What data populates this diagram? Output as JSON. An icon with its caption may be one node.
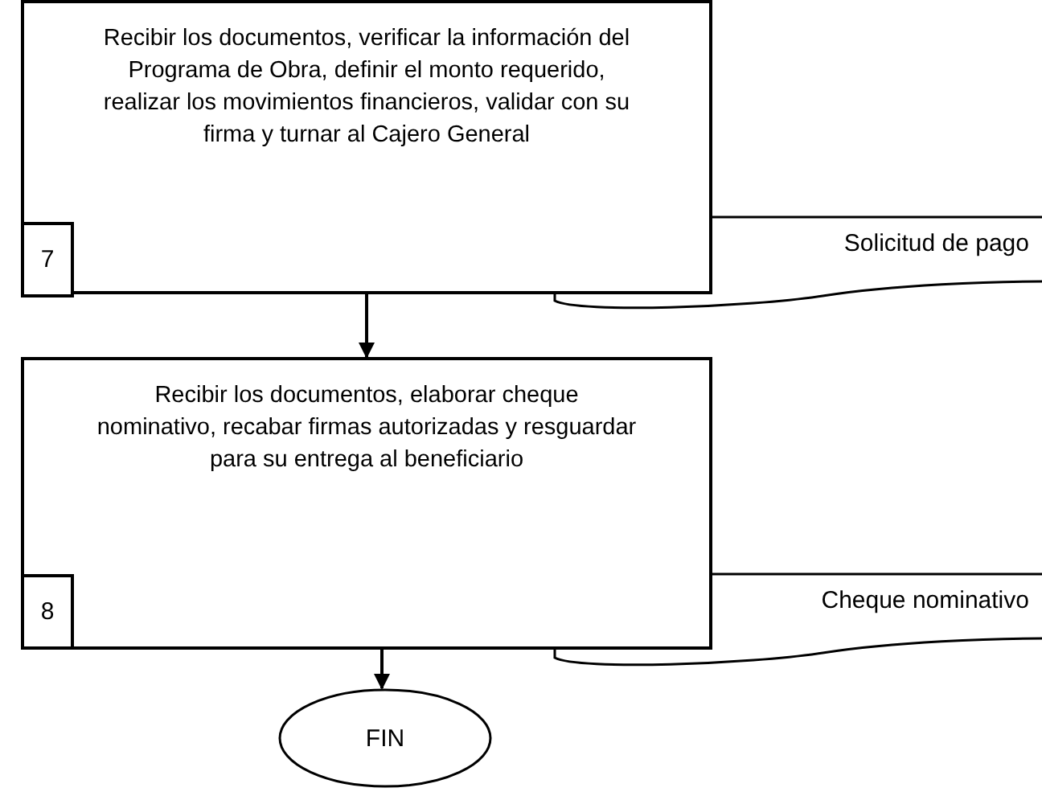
{
  "diagram": {
    "nodes": [
      {
        "text": [
          "Recibir los documentos, verificar la información del Programa de Obra, definir el monto requerido, realizar los movimientos financieros, validar con su firma y turnar al Cajero General"
        ]
      },
      {
        "text": [
          "7"
        ],
        "in": 0
      },
      {
        "text": [
          "Solicitud de pago"
        ]
      },
      {
        "text": [
          "Recibir los documentos, elaborar cheque nominativo, recabar firmas autorizadas y resguardar para su entrega al beneficiario"
        ]
      },
      {
        "text": [
          "8"
        ],
        "in": 3
      },
      {
        "text": [
          "Cheque nominativo"
        ]
      },
      {
        "text": [
          "FIN"
        ]
      }
    ],
    "edges": [
      {
        "from": 0,
        "to": 3,
        "arrow": "to"
      },
      {
        "from": 3,
        "to": 6,
        "arrow": "to"
      }
    ]
  }
}
